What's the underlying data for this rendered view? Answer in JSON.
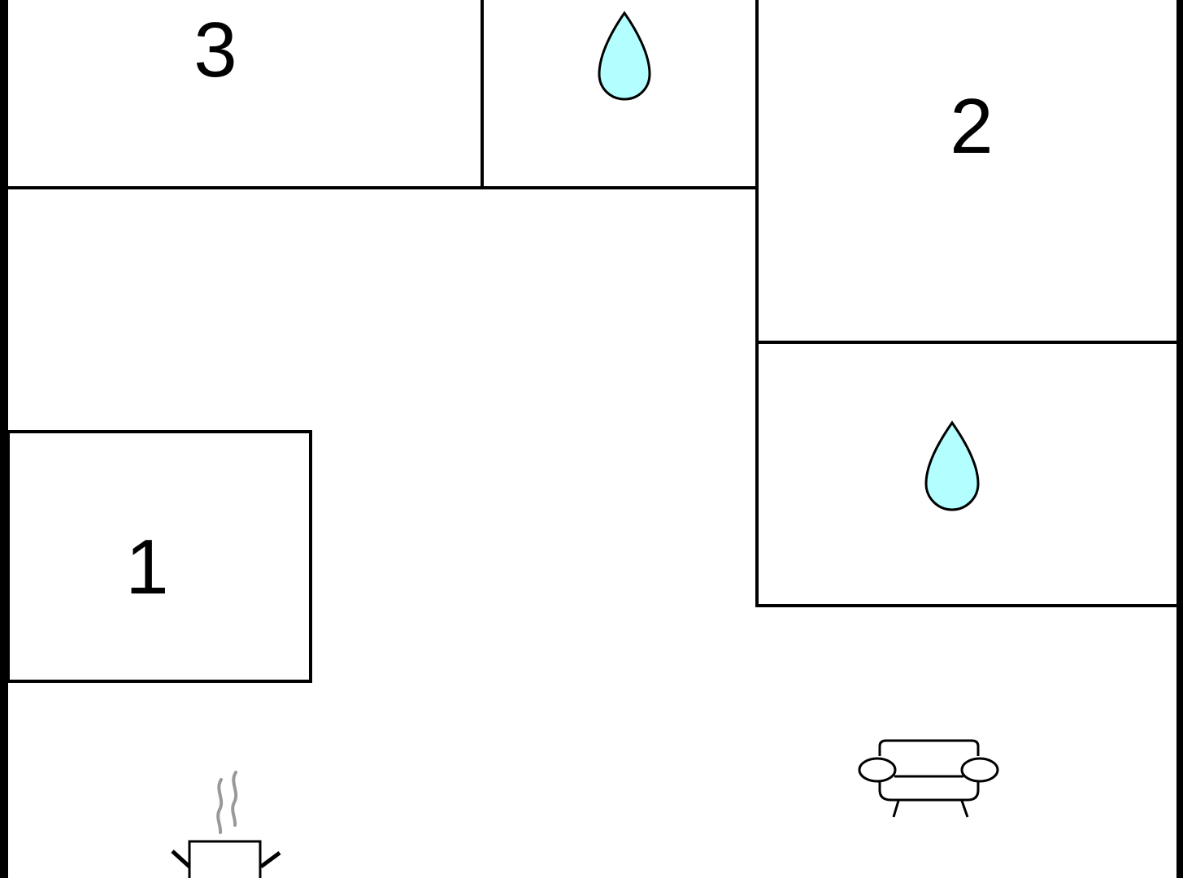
{
  "plan": {
    "background_color": "#ffffff",
    "wall_color": "#000000",
    "water_icon_fill": "#b3ffff",
    "steam_color": "#999999",
    "rooms": [
      {
        "id": "room-3",
        "label": "3"
      },
      {
        "id": "room-2",
        "label": "2"
      },
      {
        "id": "room-1",
        "label": "1"
      }
    ],
    "icons": [
      {
        "id": "water-drop-top",
        "icon": "water-drop-icon"
      },
      {
        "id": "water-drop-right",
        "icon": "water-drop-icon"
      },
      {
        "id": "sofa",
        "icon": "sofa-icon"
      },
      {
        "id": "kitchen-pot",
        "icon": "steaming-pot-icon"
      }
    ]
  }
}
